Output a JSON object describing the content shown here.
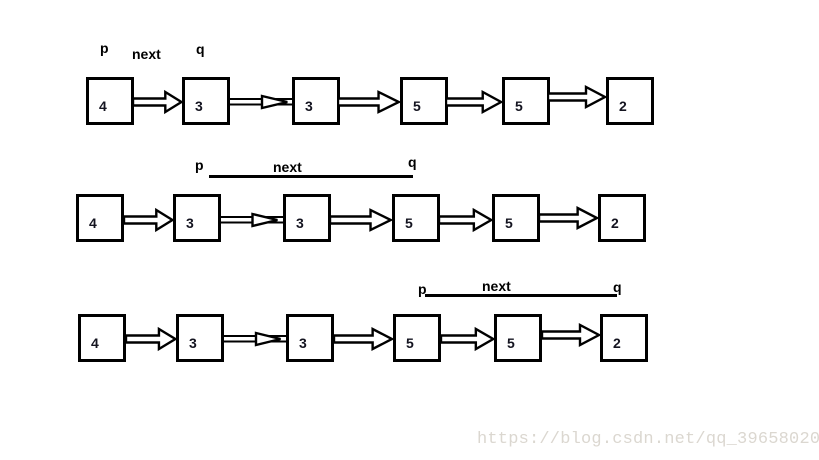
{
  "diagram": {
    "description": "linked-list-duplicate-removal-steps",
    "rows": [
      {
        "pointers": {
          "p": "p",
          "next": "next",
          "q": "q"
        },
        "nodes": [
          "4",
          "3",
          "3",
          "5",
          "5",
          "2"
        ]
      },
      {
        "pointers": {
          "p": "p",
          "next": "next",
          "q": "q"
        },
        "nodes": [
          "4",
          "3",
          "3",
          "5",
          "5",
          "2"
        ]
      },
      {
        "pointers": {
          "p": "p",
          "next": "next",
          "q": "q"
        },
        "nodes": [
          "4",
          "3",
          "3",
          "5",
          "5",
          "2"
        ]
      }
    ]
  },
  "watermark": {
    "text": "https://blog.csdn.net/qq_39658020"
  },
  "colors": {
    "ink": "#000000",
    "background": "#ffffff",
    "watermark_gray": "#dbd7d0"
  }
}
